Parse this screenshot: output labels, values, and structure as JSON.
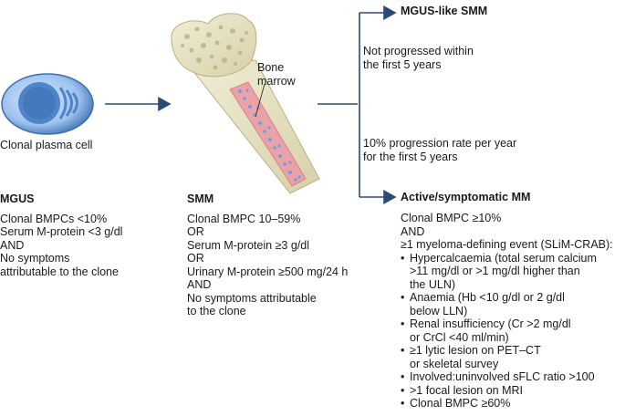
{
  "cell": {
    "label": "Clonal plasma cell"
  },
  "bone": {
    "label_line1": "Bone",
    "label_line2": "marrow"
  },
  "branch_top": {
    "title": "MGUS-like SMM",
    "note_line1": "Not progressed within",
    "note_line2": "the first 5 years"
  },
  "branch_bottom": {
    "note_line1": "10% progression rate per year",
    "note_line2": "for the first 5 years",
    "title": "Active/symptomatic MM"
  },
  "mgus": {
    "title": "MGUS",
    "lines": [
      "Clonal BMPCs <10%",
      "Serum M-protein <3 g/dl",
      "AND",
      "No symptoms",
      "attributable to the clone"
    ]
  },
  "smm": {
    "title": "SMM",
    "lines": [
      "Clonal BMPC 10–59%",
      "OR",
      "Serum M-protein ≥3 g/dl",
      "OR",
      "Urinary M-protein ≥500 mg/24 h",
      "AND",
      "No symptoms attributable",
      "to the clone"
    ]
  },
  "mm": {
    "lines": [
      "Clonal BMPC ≥10%",
      "AND",
      "≥1 myeloma-defining event (SLiM-CRAB):"
    ],
    "events": [
      [
        "Hypercalcaemia (total serum calcium",
        ">11 mg/dl or >1 mg/dl higher than",
        "the ULN)"
      ],
      [
        "Anaemia (Hb <10 g/dl or 2 g/dl",
        "below LLN)"
      ],
      [
        "Renal insufficiency (Cr >2 mg/dl",
        "or CrCl <40 ml/min)"
      ],
      [
        "≥1 lytic lesion on PET–CT",
        "or skeletal survey"
      ],
      [
        "Involved:uninvolved sFLC ratio >100"
      ],
      [
        ">1 focal lesion on MRI"
      ],
      [
        "Clonal BMPC ≥60%"
      ]
    ]
  },
  "colors": {
    "arrow": "#2b4a75",
    "cell_outer": "#3f6fad",
    "cell_inner": "#8fb6e8",
    "bone": "#e7e3c4",
    "bone_shade": "#cfc8a0",
    "marrow": "#e9a3a8",
    "marrow_dots": "#6f9fe0"
  }
}
